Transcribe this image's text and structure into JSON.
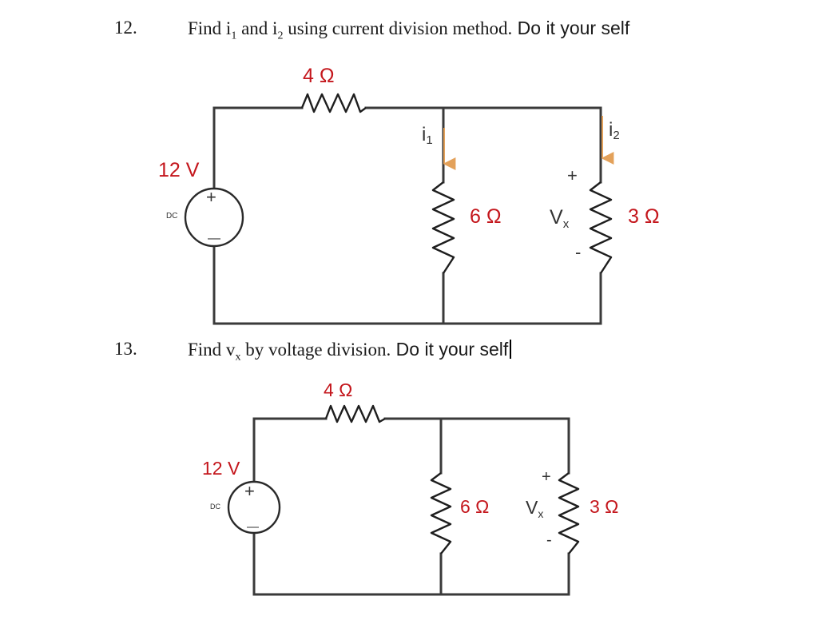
{
  "q12": {
    "number": "12.",
    "text_pre": "Find i",
    "sub1": "1",
    "text_mid": " and i",
    "sub2": "2",
    "text_post": " using current division method.",
    "text_sans": " Do it your self"
  },
  "q13": {
    "number": "13.",
    "text_pre": "Find v",
    "sub": "x",
    "text_post": " by voltage division.",
    "text_sans": " Do it your self"
  },
  "circuit1": {
    "series_resistor": "4 Ω",
    "source_voltage": "12 V",
    "source_type": "DC",
    "plus": "+",
    "minus": "—",
    "r_mid": "6 Ω",
    "r_right": "3 Ω",
    "vx_main": "V",
    "vx_sub": "x",
    "vx_plus": "+",
    "vx_minus": "-",
    "i1_main": "i",
    "i1_sub": "1",
    "i2_main": "i",
    "i2_sub": "2"
  },
  "circuit2": {
    "series_resistor": "4 Ω",
    "source_voltage": "12 V",
    "source_type": "DC",
    "plus": "+",
    "minus": "—",
    "r_mid": "6 Ω",
    "r_right": "3 Ω",
    "vx_main": "V",
    "vx_sub": "x",
    "vx_plus": "+",
    "vx_minus": "-"
  },
  "colors": {
    "label_red": "#c4161c",
    "current_arrow": "#e3a15a",
    "wire": "#3a3a3a"
  }
}
